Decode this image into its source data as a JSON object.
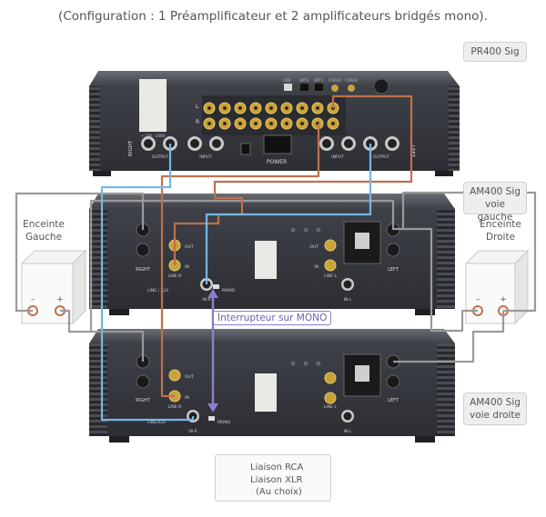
{
  "caption": "(Configuration : 1 Préamplificateur et 2 amplificateurs bridgés mono).",
  "devices": {
    "preamp": {
      "label": "PR400 Sig",
      "right": "RIGHT",
      "left": "LEFT",
      "output": "OUTPUT",
      "input": "INPUT",
      "power": "POWER",
      "voltage": "~ 220 - 240V",
      "row_l": "L",
      "row_r": "R",
      "digital_labels": [
        "USB",
        "OPT2",
        "OPT1",
        "COAX2",
        "COAX1"
      ]
    },
    "amp_left": {
      "label_line1": "AM400 Sig",
      "label_line2": "voie gauche",
      "right": "RIGHT",
      "left": "LEFT",
      "out": "OUT",
      "in": "IN",
      "line_r": "LINE-R",
      "line_l": "LINE-L",
      "in_r": "IN-R",
      "in_l": "IN-L",
      "mono": "MONO",
      "line_xlr": "LINE / XLR"
    },
    "amp_right": {
      "label_line1": "AM400 Sig",
      "label_line2": "voie droite",
      "right": "RIGHT",
      "left": "LEFT",
      "out": "OUT",
      "in": "IN",
      "line_r": "LINE-R",
      "line_l": "LINE-L",
      "in_r": "IN-R",
      "in_l": "IN-L",
      "mono": "MONO",
      "line_xlr": "LINE/XLR"
    }
  },
  "speakers": {
    "left": {
      "line1": "Enceinte",
      "line2": "Gauche",
      "minus": "–",
      "plus": "+"
    },
    "right": {
      "line1": "Enceinte",
      "line2": "Droite",
      "minus": "–",
      "plus": "+"
    }
  },
  "mono_switch_label": "Interrupteur sur MONO",
  "legend": {
    "rca": "Liaison RCA",
    "xlr": "Liaison XLR",
    "xlr_note": "(Au choix)"
  },
  "colors": {
    "rca": "#c0704a",
    "xlr": "#74b8e6",
    "speaker_wire": "#9a9a9a",
    "mono": "#8a80c8",
    "chassis": "#3a3d44",
    "fins": "#2b2d31"
  }
}
